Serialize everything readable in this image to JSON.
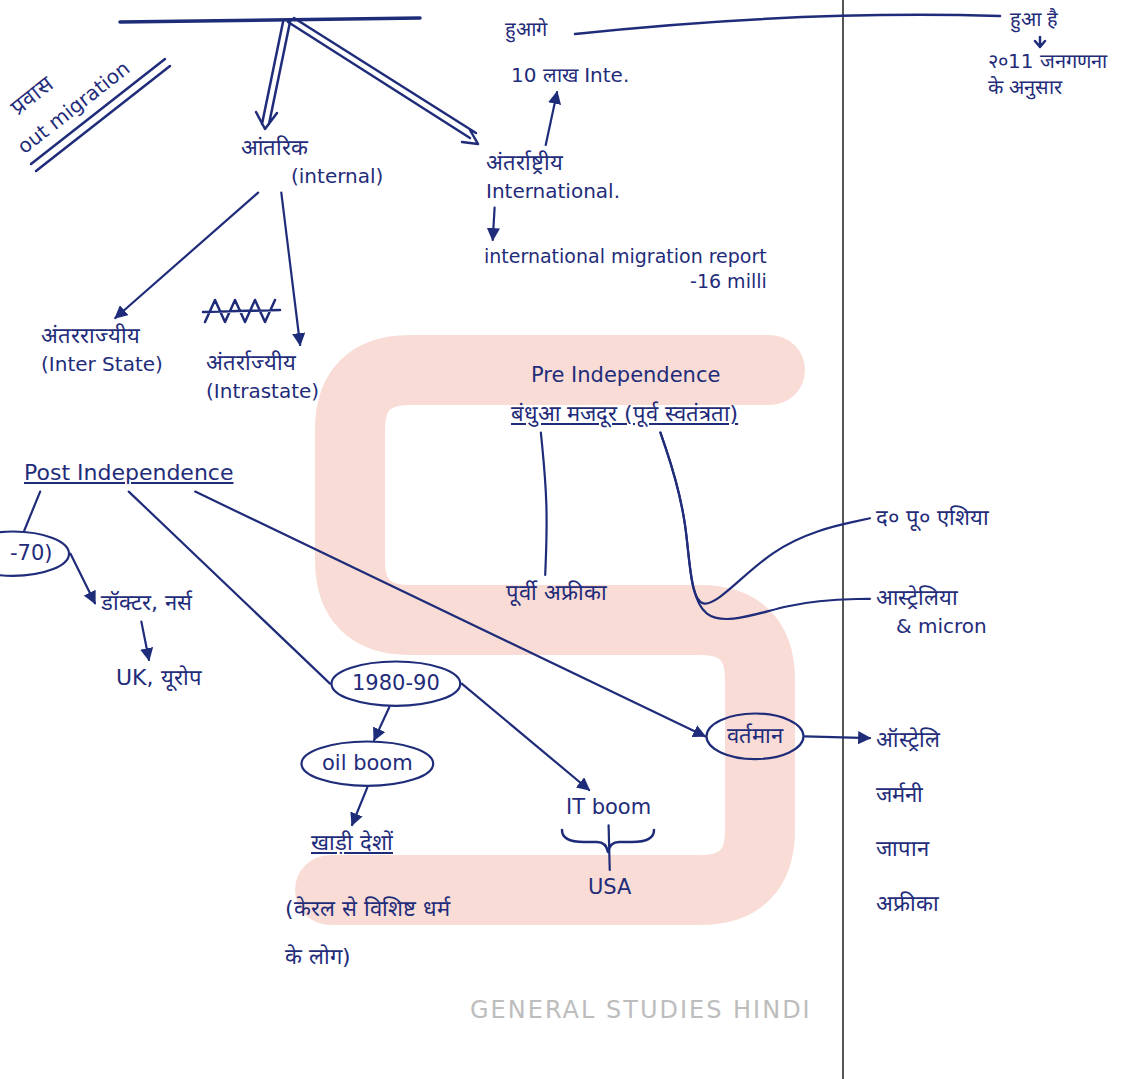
{
  "diagram": {
    "nodes": [
      {
        "text": [
          "आंतरिक",
          "(internal)"
        ]
      },
      {
        "text": [
          "अंतर्राष्ट्रीय",
          "International."
        ]
      },
      {
        "text": [
          "10 लाख Inte."
        ]
      },
      {
        "text": [
          "international migration report",
          "-16 milli"
        ]
      },
      {
        "text": [
          "अंतरराज्यीय",
          "(Inter State)"
        ]
      },
      {
        "text": [
          "अंतर्राज्यीय",
          "(Intrastate)"
        ]
      },
      {
        "text": [
          "Pre Independence"
        ]
      },
      {
        "text": [
          "बंधुआ मजदूर (पूर्व स्वतंत्रता)"
        ]
      },
      {
        "text": [
          "पूर्वी अफ्रीका"
        ]
      },
      {
        "text": [
          "द० पू० एशिया"
        ]
      },
      {
        "text": [
          "आस्ट्रेलिया",
          "& micron"
        ]
      },
      {
        "text": [
          "Post Independence"
        ]
      },
      {
        "text": [
          "-70)"
        ]
      },
      {
        "text": [
          "डॉक्टर, नर्स"
        ]
      },
      {
        "text": [
          "UK, यूरोप"
        ]
      },
      {
        "text": [
          "1980-90"
        ]
      },
      {
        "text": [
          "oil boom"
        ]
      },
      {
        "text": [
          "खाड़ी देशों"
        ]
      },
      {
        "text": [
          "IT boom"
        ]
      },
      {
        "text": [
          "USA"
        ]
      },
      {
        "text": [
          "वर्तमान"
        ]
      },
      {
        "text": [
          "ऑस्ट्रेलि",
          "जर्मनी",
          "जापान",
          "अफ्रीका"
        ]
      }
    ],
    "edges": [
      {
        "from": 0,
        "to": 4,
        "arrow": "to"
      },
      {
        "from": 0,
        "to": 5,
        "arrow": "to"
      },
      {
        "from": 1,
        "to": 2,
        "arrow": "to"
      },
      {
        "from": 1,
        "to": 3,
        "arrow": "to"
      },
      {
        "from": 7,
        "to": 8,
        "arrow": "none"
      },
      {
        "from": 7,
        "to": 9,
        "arrow": "none"
      },
      {
        "from": 7,
        "to": 10,
        "arrow": "none"
      },
      {
        "from": 11,
        "to": 12,
        "arrow": "none"
      },
      {
        "from": 11,
        "to": 15,
        "arrow": "none"
      },
      {
        "from": 11,
        "to": 20,
        "arrow": "to"
      },
      {
        "from": 12,
        "to": 13,
        "arrow": "to"
      },
      {
        "from": 13,
        "to": 14,
        "arrow": "to"
      },
      {
        "from": 15,
        "to": 16,
        "arrow": "to"
      },
      {
        "from": 15,
        "to": 18,
        "arrow": "to"
      },
      {
        "from": 16,
        "to": 17,
        "arrow": "to"
      },
      {
        "from": 18,
        "to": 19,
        "arrow": "none"
      },
      {
        "from": 20,
        "to": 21,
        "arrow": "to"
      }
    ],
    "labels": [
      "प्रवास",
      "out migration",
      "हुआगे",
      "हुआ है",
      "२०11 जनगणना के अनुसार",
      "(केरल से विशिष्ट धर्म के लोग)",
      "GENERAL STUDIES HINDI"
    ]
  }
}
